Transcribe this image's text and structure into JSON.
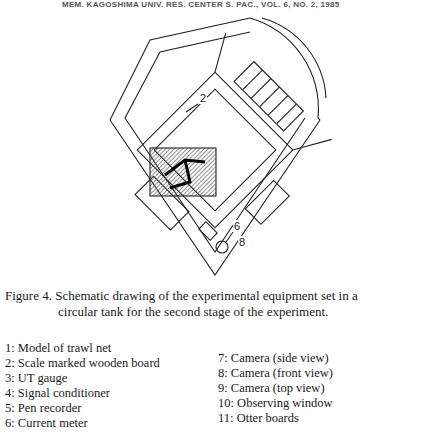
{
  "diagram": {
    "caption": "Figure 4. Schematic drawing of the experimental equipment set in a circular tank for the second stage of the experiment.",
    "labels": [
      "MEM. KAGOSHIMA UNIV. RES. CENTER S. PAC., VOL. 6, NO. 2, 1985",
      "2",
      "6",
      "8",
      "1: Model of trawl net",
      "2: Scale marked wooden board",
      "3: UT gauge",
      "4: Signal conditioner",
      "5: Pen recorder",
      "6: Current meter",
      "7: Camera (side view)",
      "8: Camera (front view)",
      "9: Camera (top view)",
      "10: Observing window",
      "11: Otter boards"
    ]
  }
}
